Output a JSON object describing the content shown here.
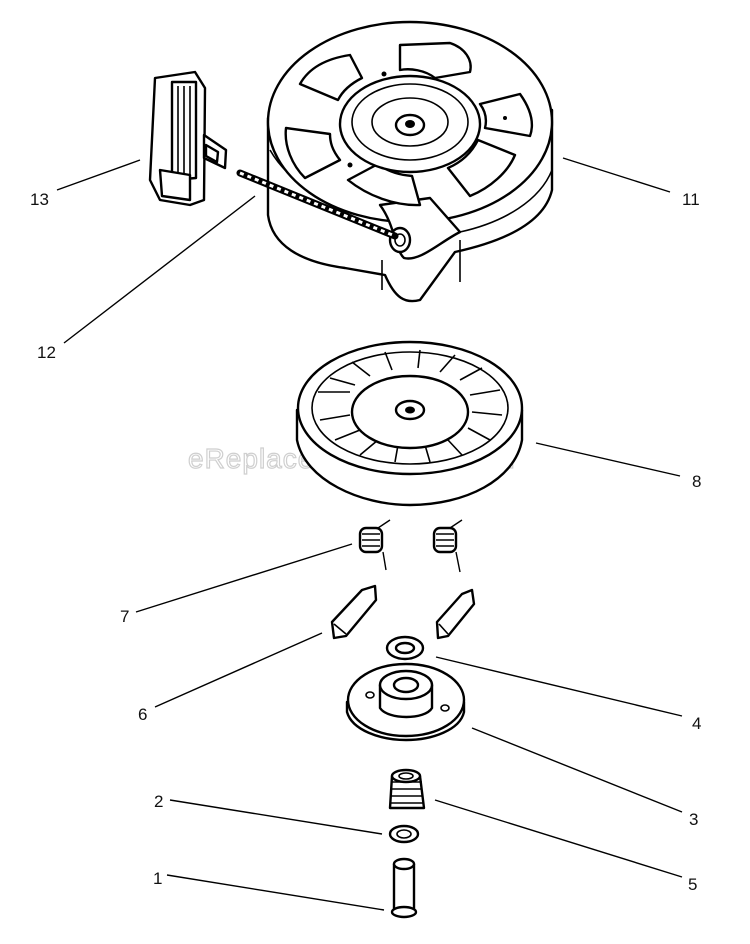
{
  "watermark": "eReplacementParts.com",
  "callouts": [
    {
      "part": "reel-housing",
      "label": "11"
    },
    {
      "part": "rope",
      "label": "12"
    },
    {
      "part": "starter-handle",
      "label": "13"
    },
    {
      "part": "pulley",
      "label": "8"
    },
    {
      "part": "spring",
      "label": "7"
    },
    {
      "part": "pawl",
      "label": "6"
    },
    {
      "part": "washer",
      "label": "4"
    },
    {
      "part": "retainer",
      "label": "3"
    },
    {
      "part": "compression-spring",
      "label": "5"
    },
    {
      "part": "small-washer",
      "label": "2"
    },
    {
      "part": "pin",
      "label": "1"
    }
  ]
}
